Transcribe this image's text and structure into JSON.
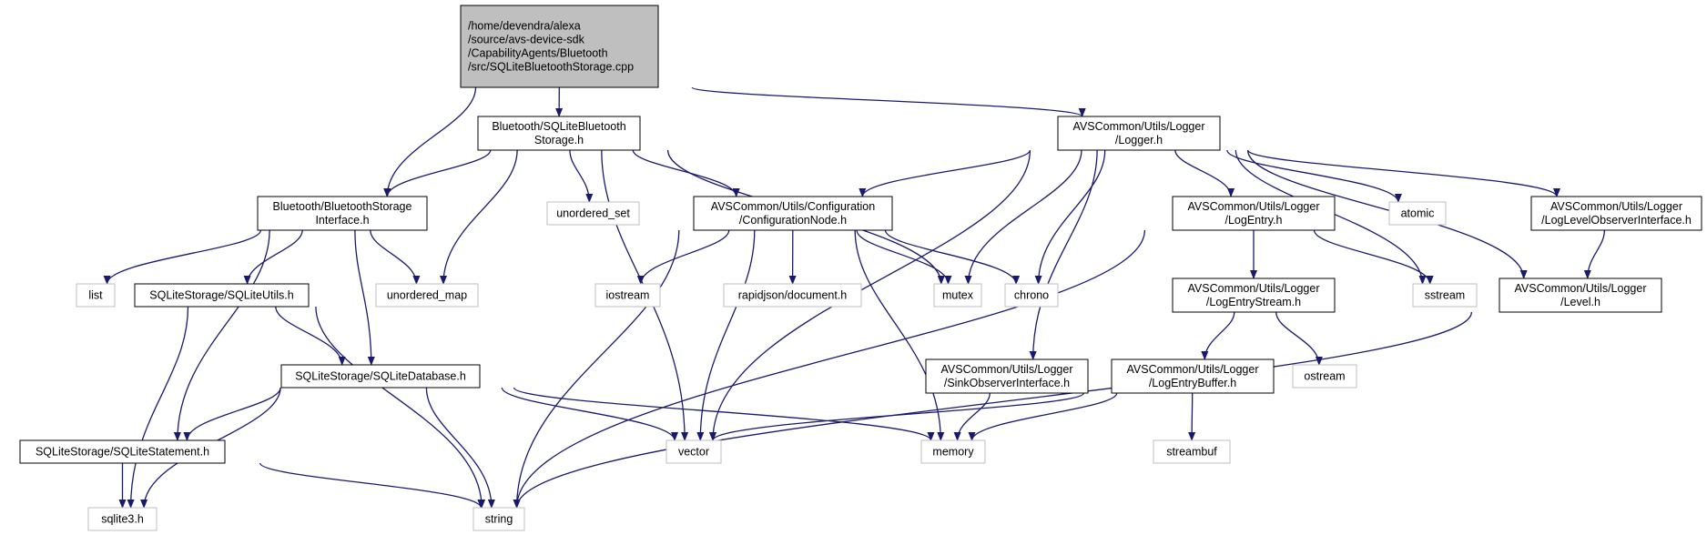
{
  "colors": {
    "edge": "#191970",
    "node_border": "#000000",
    "missing_border": "#bfbfbf",
    "root_fill": "#bfbfbf",
    "text": "#000000"
  },
  "nodes": [
    {
      "id": "root",
      "lines": [
        "/home/devendra/alexa",
        "/source/avs-device-sdk",
        "/CapabilityAgents/Bluetooth",
        "/src/SQLiteBluetoothStorage.cpp"
      ],
      "kind": "root"
    },
    {
      "id": "sqlite_bt_storage_h",
      "lines": [
        "Bluetooth/SQLiteBluetooth",
        "Storage.h"
      ],
      "kind": "file"
    },
    {
      "id": "logger_h",
      "lines": [
        "AVSCommon/Utils/Logger",
        "/Logger.h"
      ],
      "kind": "file"
    },
    {
      "id": "bt_storage_interface_h",
      "lines": [
        "Bluetooth/BluetoothStorage",
        "Interface.h"
      ],
      "kind": "file"
    },
    {
      "id": "unordered_set",
      "lines": [
        "unordered_set"
      ],
      "kind": "system"
    },
    {
      "id": "configuration_node_h",
      "lines": [
        "AVSCommon/Utils/Configuration",
        "/ConfigurationNode.h"
      ],
      "kind": "file"
    },
    {
      "id": "log_entry_h",
      "lines": [
        "AVSCommon/Utils/Logger",
        "/LogEntry.h"
      ],
      "kind": "file"
    },
    {
      "id": "atomic",
      "lines": [
        "atomic"
      ],
      "kind": "system"
    },
    {
      "id": "log_level_observer_h",
      "lines": [
        "AVSCommon/Utils/Logger",
        "/LogLevelObserverInterface.h"
      ],
      "kind": "file"
    },
    {
      "id": "list",
      "lines": [
        "list"
      ],
      "kind": "system"
    },
    {
      "id": "sqlite_utils_h",
      "lines": [
        "SQLiteStorage/SQLiteUtils.h"
      ],
      "kind": "file"
    },
    {
      "id": "unordered_map",
      "lines": [
        "unordered_map"
      ],
      "kind": "system"
    },
    {
      "id": "iostream",
      "lines": [
        "iostream"
      ],
      "kind": "system"
    },
    {
      "id": "rapidjson_document_h",
      "lines": [
        "rapidjson/document.h"
      ],
      "kind": "system"
    },
    {
      "id": "mutex",
      "lines": [
        "mutex"
      ],
      "kind": "system"
    },
    {
      "id": "chrono",
      "lines": [
        "chrono"
      ],
      "kind": "system"
    },
    {
      "id": "log_entry_stream_h",
      "lines": [
        "AVSCommon/Utils/Logger",
        "/LogEntryStream.h"
      ],
      "kind": "file"
    },
    {
      "id": "sstream",
      "lines": [
        "sstream"
      ],
      "kind": "system"
    },
    {
      "id": "level_h",
      "lines": [
        "AVSCommon/Utils/Logger",
        "/Level.h"
      ],
      "kind": "file"
    },
    {
      "id": "sqlite_database_h",
      "lines": [
        "SQLiteStorage/SQLiteDatabase.h"
      ],
      "kind": "file"
    },
    {
      "id": "sink_observer_h",
      "lines": [
        "AVSCommon/Utils/Logger",
        "/SinkObserverInterface.h"
      ],
      "kind": "file"
    },
    {
      "id": "log_entry_buffer_h",
      "lines": [
        "AVSCommon/Utils/Logger",
        "/LogEntryBuffer.h"
      ],
      "kind": "file"
    },
    {
      "id": "ostream",
      "lines": [
        "ostream"
      ],
      "kind": "system"
    },
    {
      "id": "sqlite_statement_h",
      "lines": [
        "SQLiteStorage/SQLiteStatement.h"
      ],
      "kind": "file"
    },
    {
      "id": "vector",
      "lines": [
        "vector"
      ],
      "kind": "system"
    },
    {
      "id": "memory",
      "lines": [
        "memory"
      ],
      "kind": "system"
    },
    {
      "id": "streambuf",
      "lines": [
        "streambuf"
      ],
      "kind": "system"
    },
    {
      "id": "sqlite3_h",
      "lines": [
        "sqlite3.h"
      ],
      "kind": "system"
    },
    {
      "id": "string",
      "lines": [
        "string"
      ],
      "kind": "system"
    }
  ],
  "edges": [
    {
      "from": "root",
      "to": "bt_storage_interface_h"
    },
    {
      "from": "root",
      "to": "sqlite_bt_storage_h"
    },
    {
      "from": "root",
      "to": "logger_h"
    },
    {
      "from": "sqlite_bt_storage_h",
      "to": "bt_storage_interface_h"
    },
    {
      "from": "sqlite_bt_storage_h",
      "to": "unordered_map"
    },
    {
      "from": "sqlite_bt_storage_h",
      "to": "vector"
    },
    {
      "from": "sqlite_bt_storage_h",
      "to": "unordered_set"
    },
    {
      "from": "sqlite_bt_storage_h",
      "to": "configuration_node_h"
    },
    {
      "from": "sqlite_bt_storage_h",
      "to": "mutex"
    },
    {
      "from": "logger_h",
      "to": "configuration_node_h"
    },
    {
      "from": "logger_h",
      "to": "mutex"
    },
    {
      "from": "logger_h",
      "to": "chrono"
    },
    {
      "from": "logger_h",
      "to": "vector"
    },
    {
      "from": "logger_h",
      "to": "sink_observer_h"
    },
    {
      "from": "logger_h",
      "to": "log_entry_h"
    },
    {
      "from": "logger_h",
      "to": "sstream"
    },
    {
      "from": "logger_h",
      "to": "atomic"
    },
    {
      "from": "logger_h",
      "to": "level_h"
    },
    {
      "from": "logger_h",
      "to": "log_level_observer_h"
    },
    {
      "from": "bt_storage_interface_h",
      "to": "list"
    },
    {
      "from": "bt_storage_interface_h",
      "to": "sqlite_utils_h"
    },
    {
      "from": "bt_storage_interface_h",
      "to": "unordered_map"
    },
    {
      "from": "bt_storage_interface_h",
      "to": "sqlite_database_h"
    },
    {
      "from": "bt_storage_interface_h",
      "to": "sqlite_statement_h"
    },
    {
      "from": "configuration_node_h",
      "to": "string"
    },
    {
      "from": "configuration_node_h",
      "to": "iostream"
    },
    {
      "from": "configuration_node_h",
      "to": "vector"
    },
    {
      "from": "configuration_node_h",
      "to": "rapidjson_document_h"
    },
    {
      "from": "configuration_node_h",
      "to": "mutex"
    },
    {
      "from": "configuration_node_h",
      "to": "chrono"
    },
    {
      "from": "configuration_node_h",
      "to": "memory"
    },
    {
      "from": "log_entry_h",
      "to": "log_entry_stream_h"
    },
    {
      "from": "log_entry_h",
      "to": "sstream"
    },
    {
      "from": "log_entry_h",
      "to": "string"
    },
    {
      "from": "log_level_observer_h",
      "to": "level_h"
    },
    {
      "from": "level_h",
      "to": "string"
    },
    {
      "from": "log_entry_stream_h",
      "to": "log_entry_buffer_h"
    },
    {
      "from": "log_entry_stream_h",
      "to": "ostream"
    },
    {
      "from": "log_entry_buffer_h",
      "to": "vector"
    },
    {
      "from": "log_entry_buffer_h",
      "to": "memory"
    },
    {
      "from": "log_entry_buffer_h",
      "to": "streambuf"
    },
    {
      "from": "sink_observer_h",
      "to": "memory"
    },
    {
      "from": "sqlite_utils_h",
      "to": "sqlite_database_h"
    },
    {
      "from": "sqlite_utils_h",
      "to": "sqlite3_h"
    },
    {
      "from": "sqlite_utils_h",
      "to": "string"
    },
    {
      "from": "sqlite_database_h",
      "to": "sqlite_statement_h"
    },
    {
      "from": "sqlite_database_h",
      "to": "sqlite3_h"
    },
    {
      "from": "sqlite_database_h",
      "to": "string"
    },
    {
      "from": "sqlite_database_h",
      "to": "vector"
    },
    {
      "from": "sqlite_database_h",
      "to": "memory"
    },
    {
      "from": "sqlite_statement_h",
      "to": "sqlite3_h"
    },
    {
      "from": "sqlite_statement_h",
      "to": "string"
    }
  ]
}
